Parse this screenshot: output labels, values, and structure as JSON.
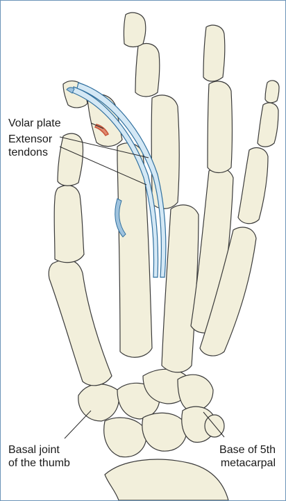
{
  "labels": {
    "volar_plate": "Volar plate",
    "extensor_tendons": "Extensor\ntendons",
    "basal_joint": "Basal joint\nof the thumb",
    "base_5th": "Base of 5th\nmetacarpal"
  },
  "colors": {
    "bone_fill": "#f2efdb",
    "bone_outline": "#3a3a3a",
    "tendon_fill": "#d4e8f5",
    "tendon_outline": "#2f6f9e",
    "volar_plate": "#c8553a",
    "frame_border": "#6a93b8"
  }
}
